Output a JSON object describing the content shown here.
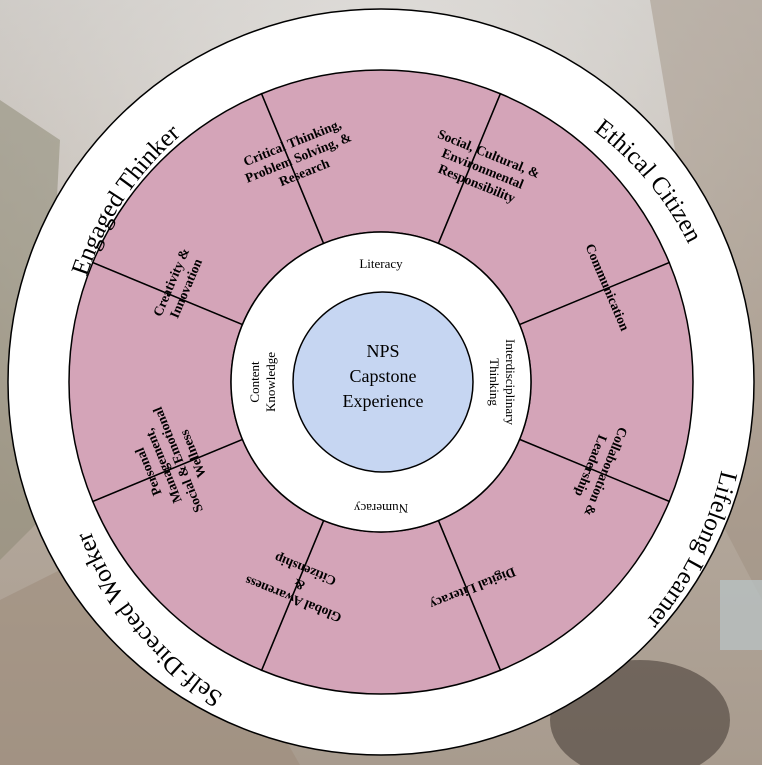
{
  "outer_ring": {
    "engaged": "Engaged Thinker",
    "ethical": "Ethical Citizen",
    "lifelong": "Lifelong Learner",
    "self_directed": "Self-Directed Worker"
  },
  "wedges": {
    "critical": [
      "Critical Thinking,",
      "Problem Solving, &",
      "Research"
    ],
    "social": [
      "Social, Cultural, &",
      "Environmental",
      "Responsibility"
    ],
    "communication": [
      "Communication"
    ],
    "collaboration": [
      "Collaboration &",
      "Leadership"
    ],
    "digital": [
      "Digital Literacy"
    ],
    "global": [
      "Global Awareness",
      "&",
      "Citizenship"
    ],
    "personal": [
      "Personal",
      "Management,",
      "Social & Emotional",
      "Wellness"
    ],
    "creativity": [
      "Creativity &",
      "Innovation"
    ]
  },
  "inner_ring": {
    "literacy": "Literacy",
    "interdisciplinary": [
      "Interdisciplinary",
      "Thinking"
    ],
    "numeracy": "Numeracy",
    "content": [
      "Content",
      "Knowledge"
    ]
  },
  "center": [
    "NPS",
    "Capstone",
    "Experience"
  ],
  "colors": {
    "wedge_fill": "#d4a4b8",
    "center_fill": "#c6d6f2",
    "ring_fill": "#ffffff",
    "stroke": "#000000"
  }
}
